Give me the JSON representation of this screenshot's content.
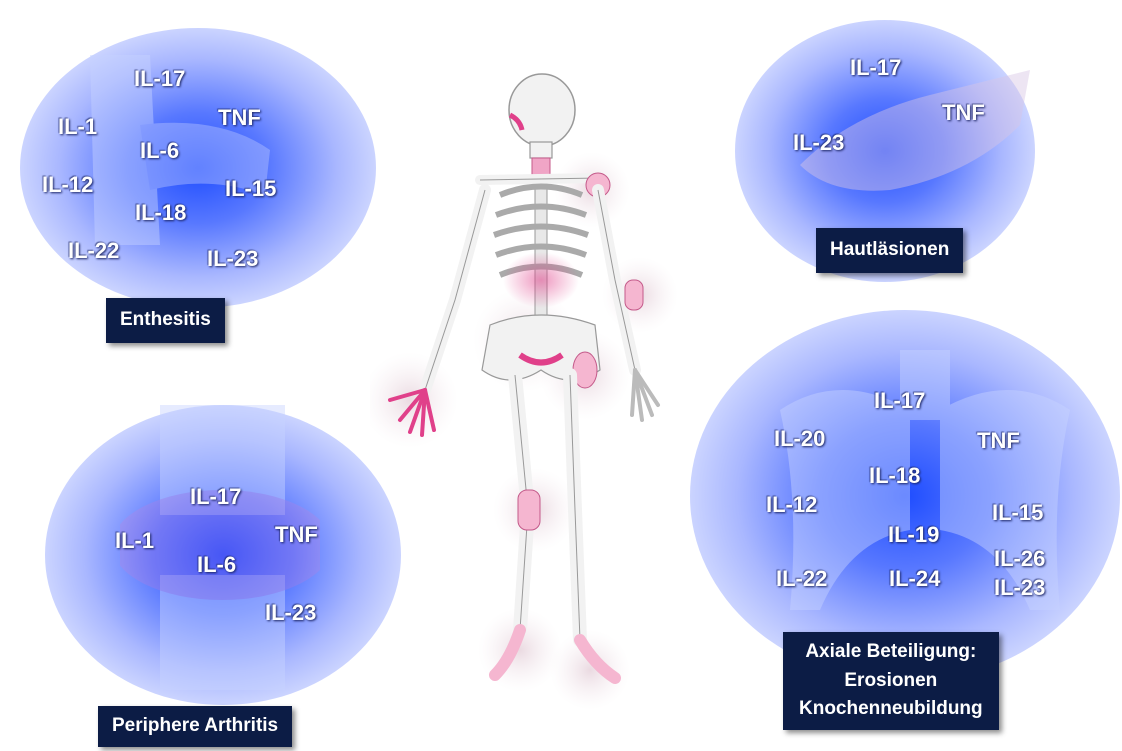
{
  "panels": {
    "enthesitis": {
      "title": "Enthesitis",
      "cytokines": [
        "IL-17",
        "IL-1",
        "TNF",
        "IL-6",
        "IL-12",
        "IL-15",
        "IL-18",
        "IL-22",
        "IL-23"
      ]
    },
    "hautlaesionen": {
      "title": "Hautläsionen",
      "cytokines": [
        "IL-17",
        "TNF",
        "IL-23"
      ]
    },
    "periphere_arthritis": {
      "title": "Periphere Arthritis",
      "cytokines": [
        "IL-17",
        "IL-1",
        "TNF",
        "IL-6",
        "IL-23"
      ]
    },
    "axiale_beteiligung": {
      "title_lines": [
        "Axiale Beteiligung:",
        "Erosionen",
        "Knochenneubildung"
      ],
      "cytokines": [
        "IL-17",
        "IL-20",
        "TNF",
        "IL-18",
        "IL-12",
        "IL-15",
        "IL-19",
        "IL-26",
        "IL-22",
        "IL-24",
        "IL-23"
      ]
    }
  },
  "colors": {
    "panel_core": "#1f4dff",
    "label_box": "#0c1c45",
    "inflammation": "#e0408a",
    "bone": "#f2f2f2"
  }
}
